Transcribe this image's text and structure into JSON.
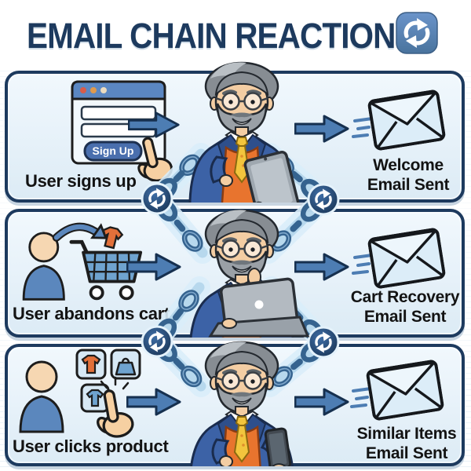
{
  "title": "EMAIL CHAIN REACTION",
  "title_icon": "cycle-arrows-icon",
  "colors": {
    "navy": "#1d3a5e",
    "steel_blue": "#4d7db3",
    "panel_bg": "#e6f1f9",
    "chain_blue": "#35638f",
    "orange": "#e2703a",
    "tie_yellow": "#f2c53d",
    "envelope_blue": "#dcedf8"
  },
  "icons": {
    "header_badge": "cycle-arrows-icon",
    "chain_junction": "refresh-icon",
    "flow": "arrow-right-icon",
    "email": "envelope-icon",
    "user": "person-icon",
    "cart": "shopping-cart-icon",
    "signup_form": "browser-form-icon",
    "click_hand": "hand-cursor-icon",
    "product_tiles": "product-grid-icon"
  },
  "rows": [
    {
      "step_label": "User signs up",
      "signup_button_label": "Sign Up",
      "actor": "man-with-tablet",
      "email_label_line1": "Welcome",
      "email_label_line2": "Email Sent"
    },
    {
      "step_label": "User abandons cart",
      "actor": "man-with-laptop",
      "email_label_line1": "Cart Recovery",
      "email_label_line2": "Email Sent"
    },
    {
      "step_label": "User clicks product",
      "actor": "man-with-phone",
      "email_label_line1": "Similar Items",
      "email_label_line2": "Email Sent"
    }
  ]
}
